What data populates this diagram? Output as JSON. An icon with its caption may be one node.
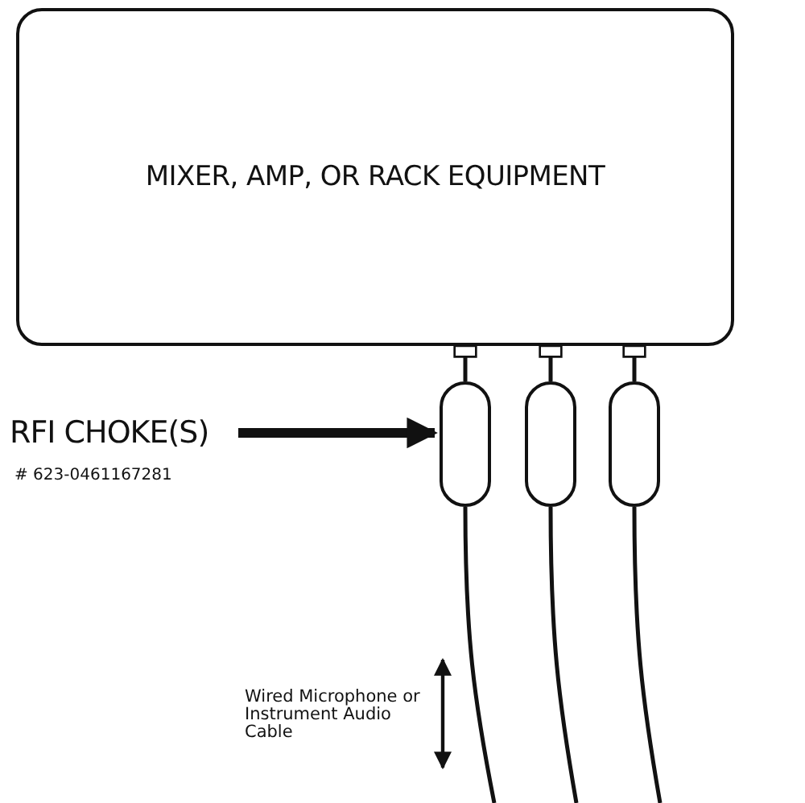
{
  "diagram": {
    "nodes": [
      {
        "text": [
          "MIXER, AMP, OR RACK EQUIPMENT"
        ]
      },
      {
        "text": [
          "RFI CHOKE(S)"
        ],
        "beside": [
          "# 623-0461167281"
        ]
      },
      {
        "text": [],
        "shape": "capsule"
      },
      {
        "text": [],
        "shape": "capsule"
      },
      {
        "text": [],
        "shape": "capsule"
      }
    ],
    "edges": [
      {
        "from": 1,
        "to": 2,
        "arrow": "to",
        "style": "thick"
      },
      {
        "from": 0,
        "to": 2,
        "arrow": "other"
      },
      {
        "from": 0,
        "to": 3,
        "arrow": "other"
      },
      {
        "from": 0,
        "to": 4,
        "arrow": "other"
      },
      {
        "from": 2,
        "to": null,
        "arrow": "none"
      },
      {
        "from": 3,
        "to": null,
        "arrow": "none"
      },
      {
        "from": 4,
        "to": null,
        "arrow": "none"
      }
    ],
    "labels": [
      "Wired Microphone or Instrument Audio Cable"
    ]
  }
}
